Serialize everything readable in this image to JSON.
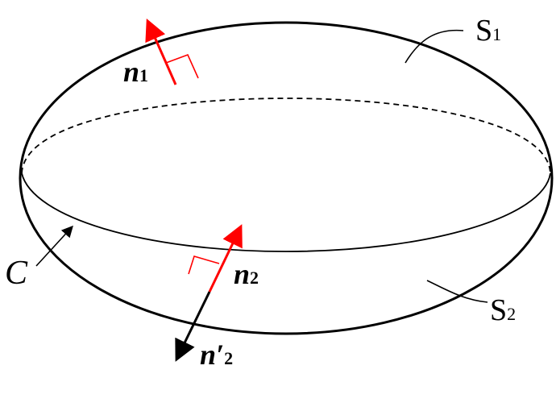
{
  "labels": {
    "s1": {
      "main": "S",
      "sub": "1"
    },
    "s2": {
      "main": "S",
      "sub": "2"
    },
    "c": "C",
    "n1": {
      "main": "n",
      "sub": "1"
    },
    "n2": {
      "main": "n",
      "sub": "2"
    },
    "n2prime": {
      "main": "n′",
      "sub": "2"
    }
  },
  "colors": {
    "outline": "#000000",
    "normal_vector": "#ff0000",
    "opposite_normal": "#000000",
    "background": "#ffffff"
  }
}
